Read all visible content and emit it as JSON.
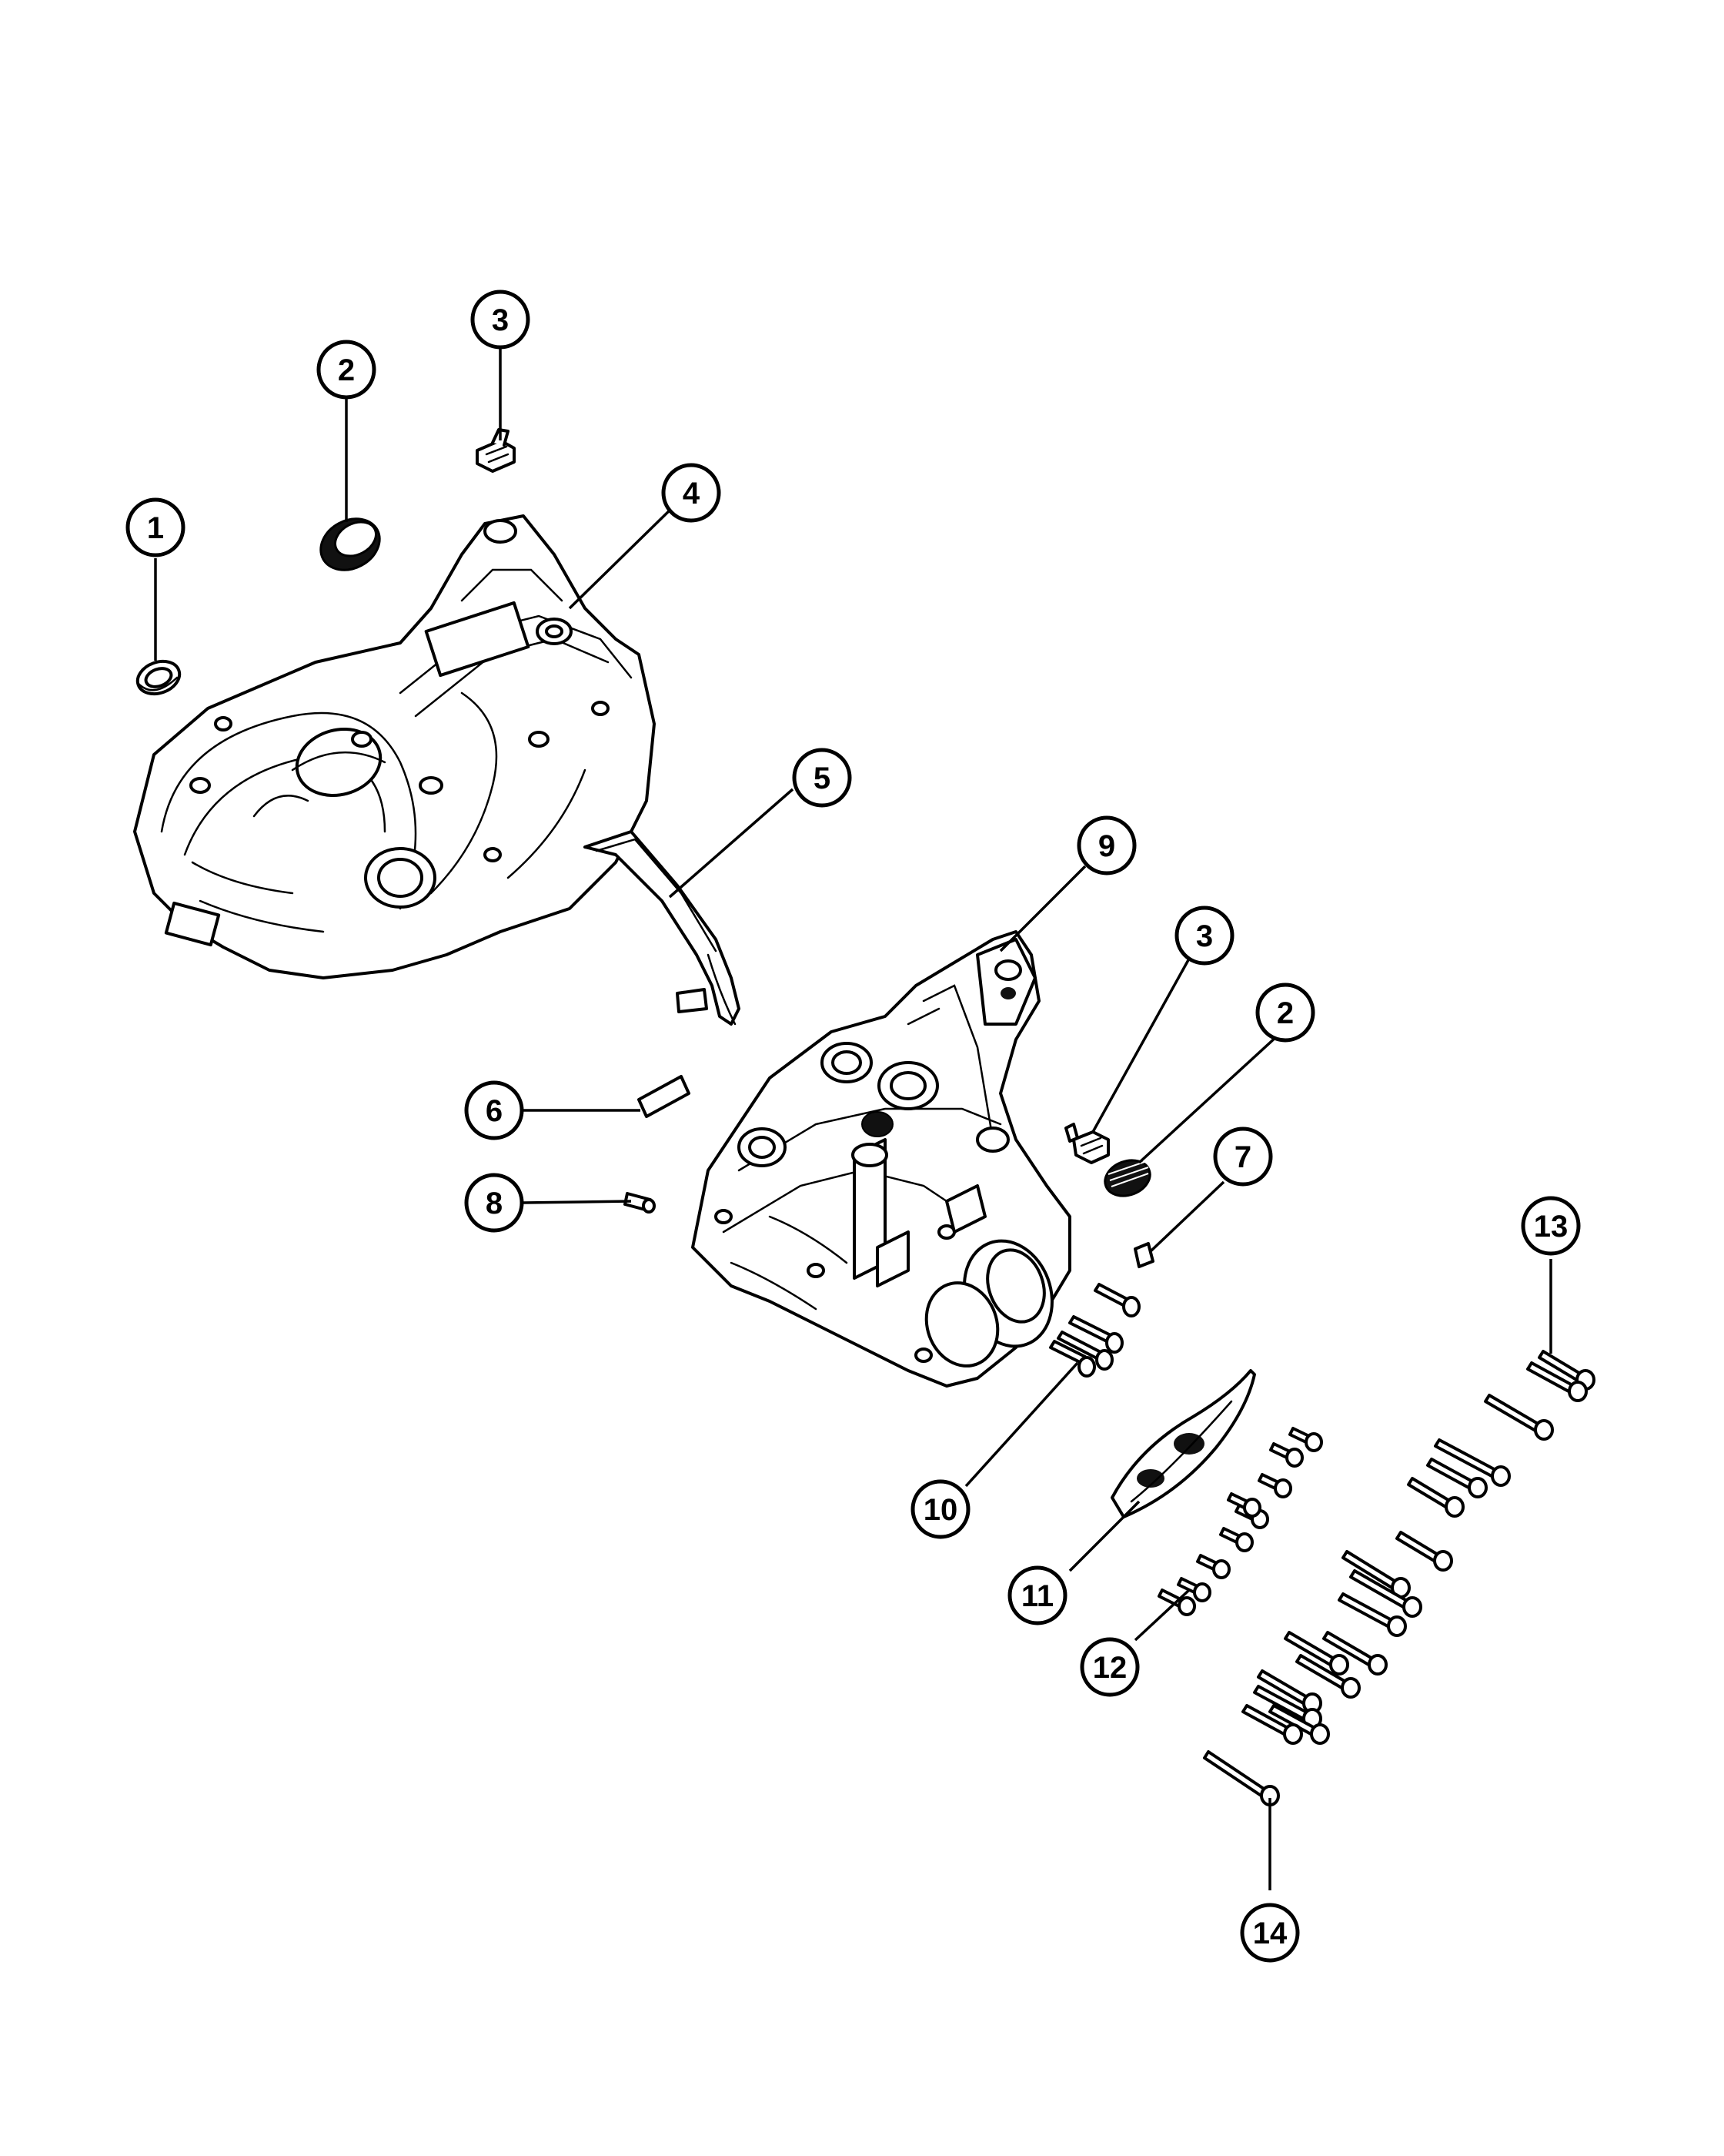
{
  "callouts": [
    {
      "id": "c1a",
      "label": "1"
    },
    {
      "id": "c2a",
      "label": "2"
    },
    {
      "id": "c3a",
      "label": "3"
    },
    {
      "id": "c4",
      "label": "4"
    },
    {
      "id": "c5",
      "label": "5"
    },
    {
      "id": "c9",
      "label": "9"
    },
    {
      "id": "c3b",
      "label": "3"
    },
    {
      "id": "c2b",
      "label": "2"
    },
    {
      "id": "c7",
      "label": "7"
    },
    {
      "id": "c6",
      "label": "6"
    },
    {
      "id": "c8",
      "label": "8"
    },
    {
      "id": "c13",
      "label": "13"
    },
    {
      "id": "c10",
      "label": "10"
    },
    {
      "id": "c11",
      "label": "11"
    },
    {
      "id": "c12",
      "label": "12"
    },
    {
      "id": "c14",
      "label": "14"
    }
  ]
}
